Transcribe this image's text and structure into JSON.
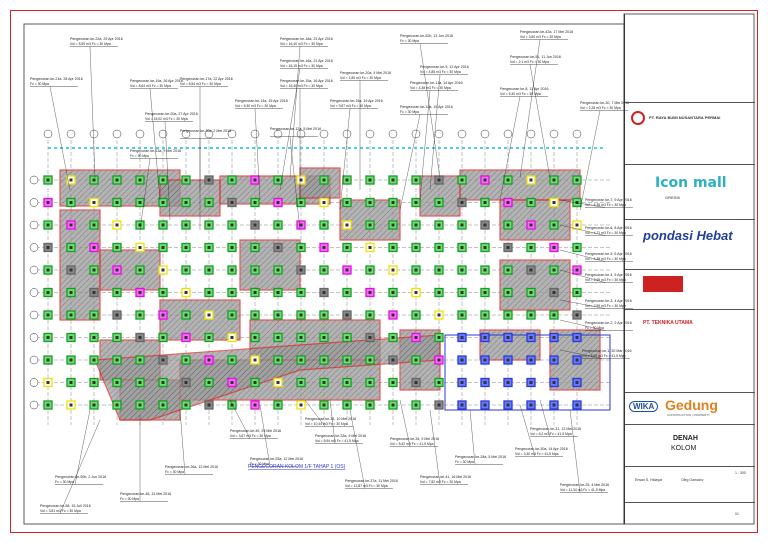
{
  "drawing": {
    "title": "DENAH",
    "subtitle": "KOLOM",
    "stage_note": "PENGECORAN KOLOM 1/F TAHAP 1 (OS)"
  },
  "titleblock": {
    "company": "PT. RAYA BUMI NUSANTARA PERMAI",
    "project_logo": "Icon mall",
    "project_sub": "GRESIK",
    "consultant": "pondasi Hebat",
    "contractor1": "PT. TEKNIKA UTAMA",
    "contractor_logo_a": "WIKA",
    "contractor_logo_b": "Gedung",
    "contractor_sub": "CONSTRUCTION | PROPERTY",
    "names": [
      "Erwan S. Hidayat",
      "Oleg Gamalov"
    ],
    "scale": "1 : 300",
    "sheet_no": "01"
  },
  "colors": {
    "red": "#d22",
    "green": "#1a9a2a",
    "blue": "#2a3ad0",
    "gray": "#8a8a8a",
    "cyan": "#4fd0e0",
    "yellow": "#f0e000",
    "magenta": "#e010e0"
  },
  "annotations_top": [
    {
      "t1": "Pengecoran ke-22a, 29 Apr 2016",
      "t2": "Vol = 8,90 m3    Fc = 30 Mpa"
    },
    {
      "t1": "Pengecoran ke-18a, 23 Apr 2016",
      "t2": "Vol = 16,40 m3    Fc = 30 Mpa"
    },
    {
      "t1": "Pengecoran ke-52b, 13 Jun 2016",
      "t2": "Fc = 30 Mpa"
    },
    {
      "t1": "Pengecoran ke-42a, 17 Mei 2016",
      "t2": "Vol = 3,50 m3    Fc = 30 Mpa"
    },
    {
      "t1": "Pengecoran ke-51, 11 Jun 2016",
      "t2": "Vol = 2,1 m3    Fc = 30 Mpa"
    },
    {
      "t1": "Pengecoran ke-21a, 28 Apr 2016",
      "t2": "Fc = 30 Mpa"
    },
    {
      "t1": "Pengecoran ke-17a, 22 Apr 2016",
      "t2": "Vol = 8,54 m3    Fc = 30 Mpa"
    },
    {
      "t1": "Pengecoran ke-16a, 21 Apr 2016",
      "t2": "Vol = 16,15 m3    Fc = 30 Mpa"
    },
    {
      "t1": "Pengecoran ke-20a, 4 Mei 2016",
      "t2": "Vol = 1,80 m3    Fc = 30 Mpa"
    },
    {
      "t1": "Pengecoran ke-9, 12 Apr 2016",
      "t2": "Vol = 4,85 m3    Fc = 30 Mpa"
    },
    {
      "t1": "Pengecoran ke-19a, 26 Apr 2016",
      "t2": "Vol = 8,64 m3    Fc = 30 Mpa"
    },
    {
      "t1": "Pengecoran ke-15a, 16 Apr 2016",
      "t2": "Vol = 15,40 m3    Fc = 30 Mpa"
    },
    {
      "t1": "Pengecoran ke-11a, 14 Apr 2016",
      "t2": "Vol = 4,38 m3    Fc = 30 Mpa"
    },
    {
      "t1": "Pengecoran ke-8, 11 Apr 2016",
      "t2": "Vol = 5,40 m3    Fc = 30 Mpa"
    },
    {
      "t1": "Pengecoran ke-14a, 15 Apr 2016",
      "t2": "Vol = 5,30 m3    Fc = 30 Mpa"
    },
    {
      "t1": "Pengecoran ke-15a, 19 Apr 2016",
      "t2": "Vol = 9,87 m3    Fc = 30 Mpa"
    },
    {
      "t1": "Pengecoran ke-12a, 15 Apr 2016",
      "t2": "Fc = 30 Mpa"
    },
    {
      "t1": "Pengecoran ke-30, 7 Mei 2016",
      "t2": "Vol = 2,28 m3    Fc = 30 Mpa"
    },
    {
      "t1": "Pengecoran ke-20a, 27 Apr 2016",
      "t2": "Vol = 15,02 m3    Fc = 30 Mpa"
    },
    {
      "t1": "Pengecoran ke-30a, 2 Mei 2016",
      "t2": ""
    },
    {
      "t1": "Pengecoran ke-12a, 5 Mei 2016",
      "t2": ""
    },
    {
      "t1": "Pengecoran ke-13a, 9 Mei 2016",
      "t2": "Fc = 30 Mpa"
    }
  ],
  "annotations_right": [
    {
      "t1": "Pengecoran ke-7, 9 Apr 2016",
      "t2": "Vol = 4,38 m3    Fc = 30 Mpa"
    },
    {
      "t1": "Pengecoran ke-6, 8 Apr 2016",
      "t2": "Vol = 4,71 m3    Fc = 30 Mpa"
    },
    {
      "t1": "Pengecoran ke-5, 6 Apr 2016",
      "t2": "Vol = 4,38 m3    Fc = 30 Mpa"
    },
    {
      "t1": "Pengecoran ke-4, 5 Apr 2016",
      "t2": "Vol = 2,69 m3    Fc = 30 Mpa"
    },
    {
      "t1": "Pengecoran ke-3, 4 Apr 2016",
      "t2": "Vol = 2,59 m3    Fc = 30 Mpa"
    },
    {
      "t1": "Pengecoran ke-2, 2 Apr 2016",
      "t2": "Fc = 30 Mpa"
    },
    {
      "t1": "Pengecoran ke-1, 30 Mar 2016",
      "t2": "Vol = 8,50 m3    Fc = 41,5 Mpa"
    }
  ],
  "annotations_bottom": [
    {
      "t1": "Pengecoran ke-35, 10 Mei 2016",
      "t2": "Vol = 10,44 m3    Fc = 30 Mpa"
    },
    {
      "t1": "Pengecoran ke-49, 29 Mei 2016",
      "t2": "Vol = 3,67 m3    Fc = 30 Mpa"
    },
    {
      "t1": "Pengecoran ke-33a, 9 Mei 2016",
      "t2": "Vol = 8,94 m3    Fc = 41,5 Mpa"
    },
    {
      "t1": "Pengecoran ke-34, 9 Mei 2016",
      "t2": "Vol = 8,42 m3    Fc = 41,5 Mpa"
    },
    {
      "t1": "Pengecoran ke-31, 13 Mei 2016",
      "t2": "Vol = 6,2 m3    Fc = 41,5 Mpa"
    },
    {
      "t1": "Pengecoran ke-28a, 5 Mei 2016",
      "t2": "Fc = 30 Mpa"
    },
    {
      "t1": "Pengecoran ke-26a, 12 Mei 2016",
      "t2": "Fc = 30 Mpa"
    },
    {
      "t1": "Pengecoran ke-30a, 14 Apr 2016",
      "t2": "Vol = 3,30 m3    Fc = 41,5 Mpa"
    },
    {
      "t1": "Pengecoran ke-25a, 12 Mei 2016",
      "t2": "Fc = 30 Mpa"
    },
    {
      "t1": "Pengecoran ke-37a, 11 Mei 2016",
      "t2": "Vol = 12,87 m3    Fc = 30 Mpa"
    },
    {
      "t1": "Pengecoran ke-41, 16 Mei 2016",
      "t2": "Vol = 7,82 m3    Fc = 30 Mpa"
    },
    {
      "t1": "Pengecoran ke-25, 4 Mei 2016",
      "t2": "Vol = 11,34 m3    Fc = 41,5 Mpa"
    },
    {
      "t1": "Pengecoran ke-50b, 2 Jun 2016",
      "t2": "Fc = 30 Mpa"
    },
    {
      "t1": "Pengecoran ke-48, 31 Mei 2016",
      "t2": "Fc = 30 Mpa"
    },
    {
      "t1": "Pengecoran ke-58, 15 Juli 2016",
      "t2": "Vol = 3,81 m3    Fc = 30 Mpa"
    }
  ]
}
